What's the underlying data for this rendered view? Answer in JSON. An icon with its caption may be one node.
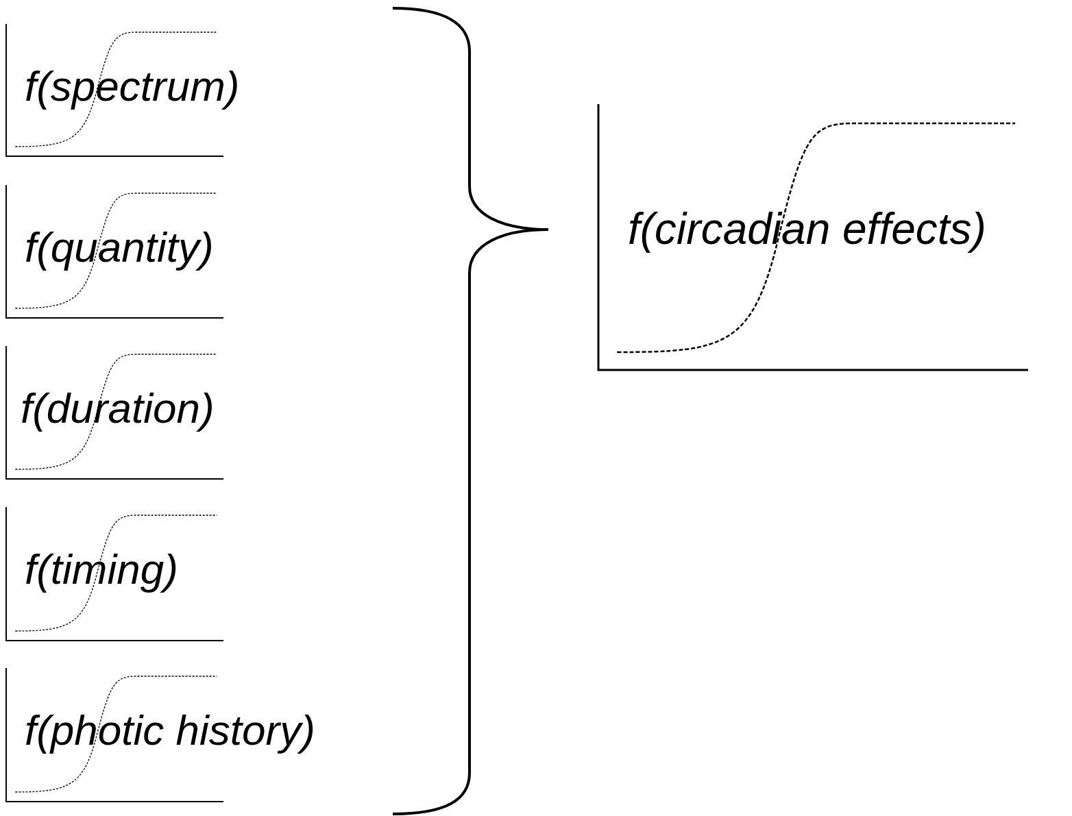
{
  "diagram": {
    "nodes": [
      {
        "text": [
          "f(spectrum)"
        ]
      },
      {
        "text": [
          "f(quantity)"
        ]
      },
      {
        "text": [
          "f(duration)"
        ]
      },
      {
        "text": [
          "f(timing)"
        ]
      },
      {
        "text": [
          "f(photic history)"
        ]
      },
      {
        "text": [
          "f(circadian effects)"
        ]
      }
    ],
    "edges": []
  }
}
